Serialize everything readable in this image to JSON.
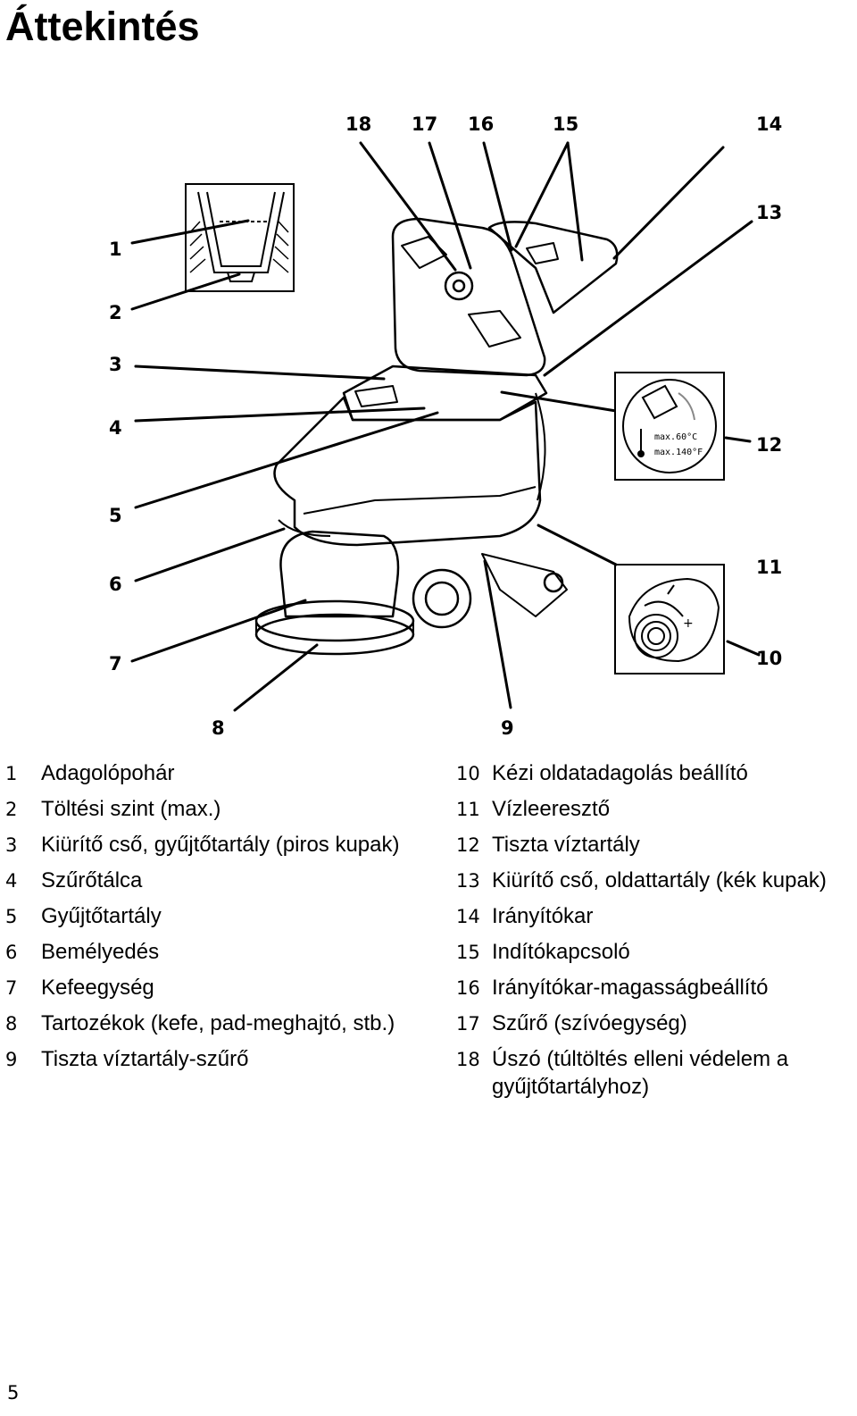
{
  "page": {
    "title": "Áttekintés",
    "page_number": "5"
  },
  "diagram": {
    "callouts": [
      "1",
      "2",
      "3",
      "4",
      "5",
      "6",
      "7",
      "8",
      "9",
      "10",
      "11",
      "12",
      "13",
      "14",
      "15",
      "16",
      "17",
      "18"
    ],
    "temp_label_c": "max.60°C",
    "temp_label_f": "max.140°F"
  },
  "legend": {
    "left": [
      {
        "num": "1",
        "text": "Adagolópohár"
      },
      {
        "num": "2",
        "text": "Töltési szint (max.)"
      },
      {
        "num": "3",
        "text": "Kiürítő cső, gyűjtőtartály (piros kupak)"
      },
      {
        "num": "4",
        "text": "Szűrőtálca"
      },
      {
        "num": "5",
        "text": "Gyűjtőtartály"
      },
      {
        "num": "6",
        "text": "Bemélyedés"
      },
      {
        "num": "7",
        "text": "Kefeegység"
      },
      {
        "num": "8",
        "text": "Tartozékok (kefe, pad-meghajtó, stb.)"
      },
      {
        "num": "9",
        "text": "Tiszta víztartály-szűrő"
      }
    ],
    "right": [
      {
        "num": "10",
        "text": "Kézi oldatadagolás beállító"
      },
      {
        "num": "11",
        "text": "Vízleeresztő"
      },
      {
        "num": "12",
        "text": "Tiszta víztartály"
      },
      {
        "num": "13",
        "text": "Kiürítő cső, oldattartály (kék kupak)"
      },
      {
        "num": "14",
        "text": "Irányítókar"
      },
      {
        "num": "15",
        "text": "Indítókapcsoló"
      },
      {
        "num": "16",
        "text": "Irányítókar-magasságbeállító"
      },
      {
        "num": "17",
        "text": "Szűrő (szívóegység)"
      },
      {
        "num": "18",
        "text": "Úszó (túltöltés elleni védelem a gyűjtőtartályhoz)"
      }
    ]
  }
}
